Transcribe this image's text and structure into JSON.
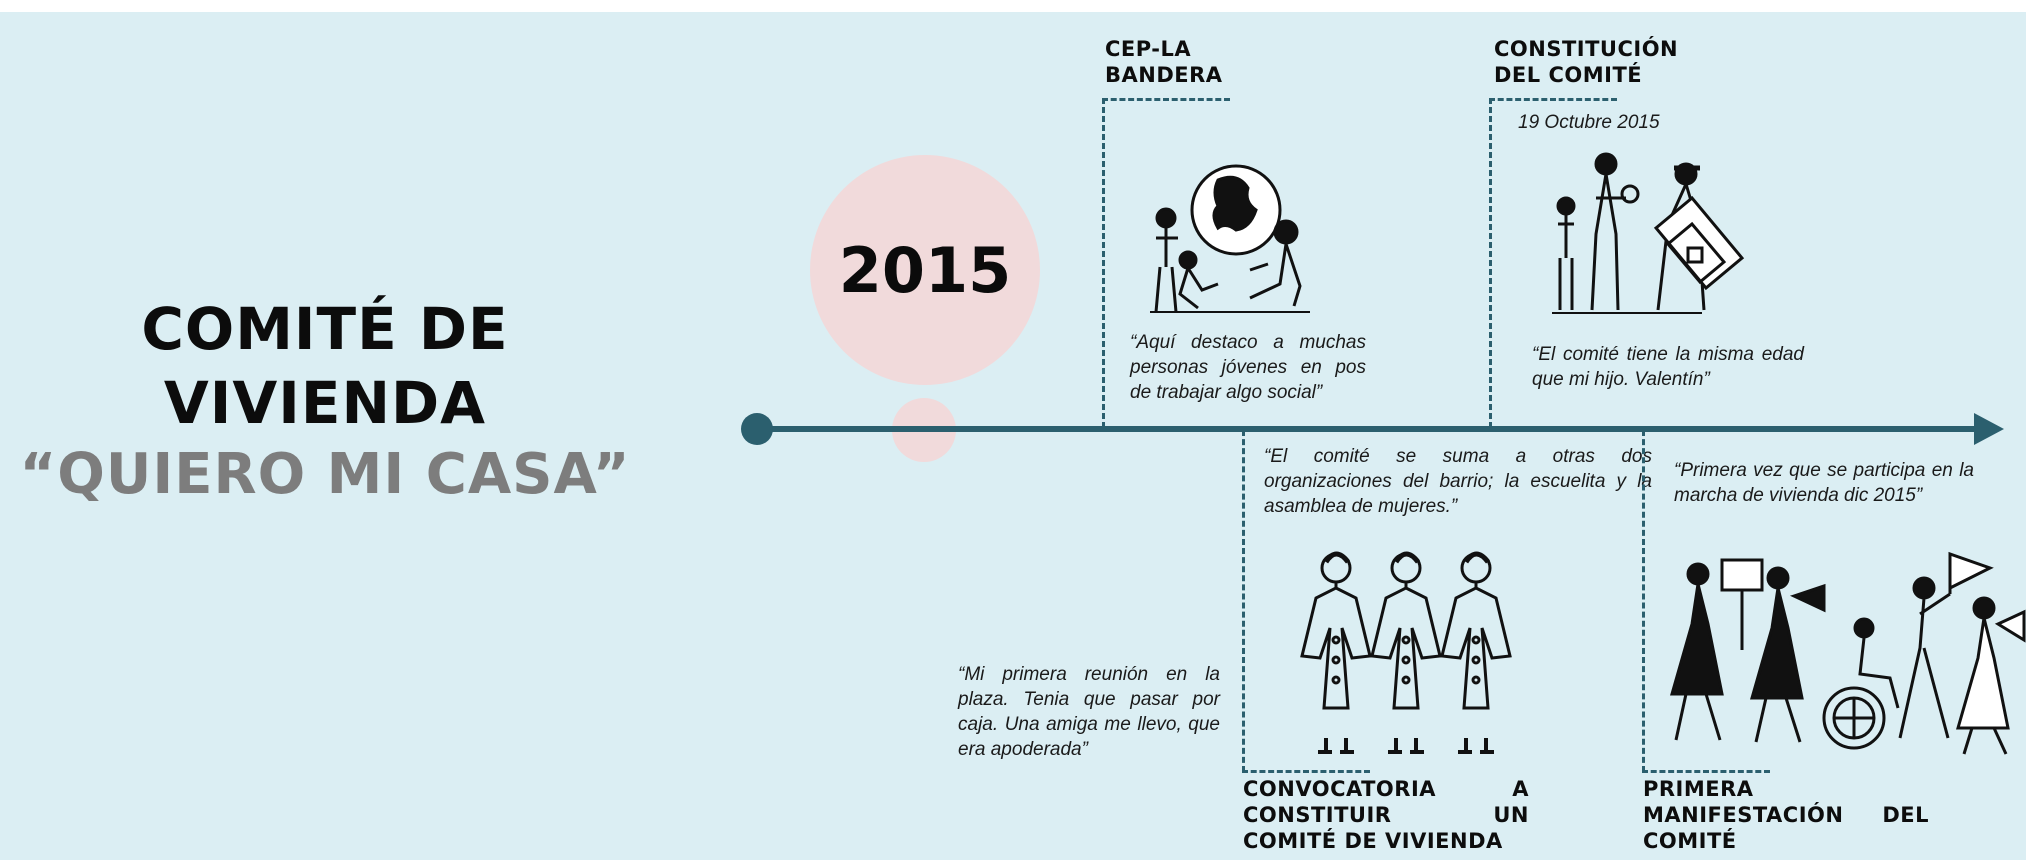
{
  "title": {
    "line1": "COMITÉ DE",
    "line2": "VIVIENDA",
    "quote": "“QUIERO MI CASA”"
  },
  "year": "2015",
  "events": [
    {
      "title_line1": "CEP-LA",
      "title_line2": "BANDERA",
      "quote": "“Aquí destaco a muchas personas jóvenes en pos de trabajar algo social”",
      "icon": "youth-world-icon"
    },
    {
      "title_line1": "CONSTITUCIÓN",
      "title_line2": "DEL COMITÉ",
      "date": "19 Octubre 2015",
      "quote": "“El comité tiene la misma edad que mi hijo. Valentín”",
      "icon": "family-house-icon"
    },
    {
      "title": "CONVOCATORIA A CONSTITUIR UN COMITÉ DE VIVIENDA",
      "quote": "“El comité se suma a otras dos organizaciones del barrio; la escuelita y la asamblea de mujeres.”",
      "icon": "three-women-icon"
    },
    {
      "title": "PRIMERA MANIFESTACIÓN DEL COMITÉ",
      "quote": "“Primera vez que se participa en la marcha de vivienda dic 2015”",
      "icon": "march-protest-icon"
    }
  ],
  "side_quote": "“Mi primera reunión en la plaza. Tenia que pasar por caja. Una amiga me llevo, que era apoderada”",
  "colors": {
    "background": "#dbeef3",
    "timeline": "#2b5f6e",
    "circle": "#f1dadb",
    "quote_title": "#7d7d7d"
  }
}
